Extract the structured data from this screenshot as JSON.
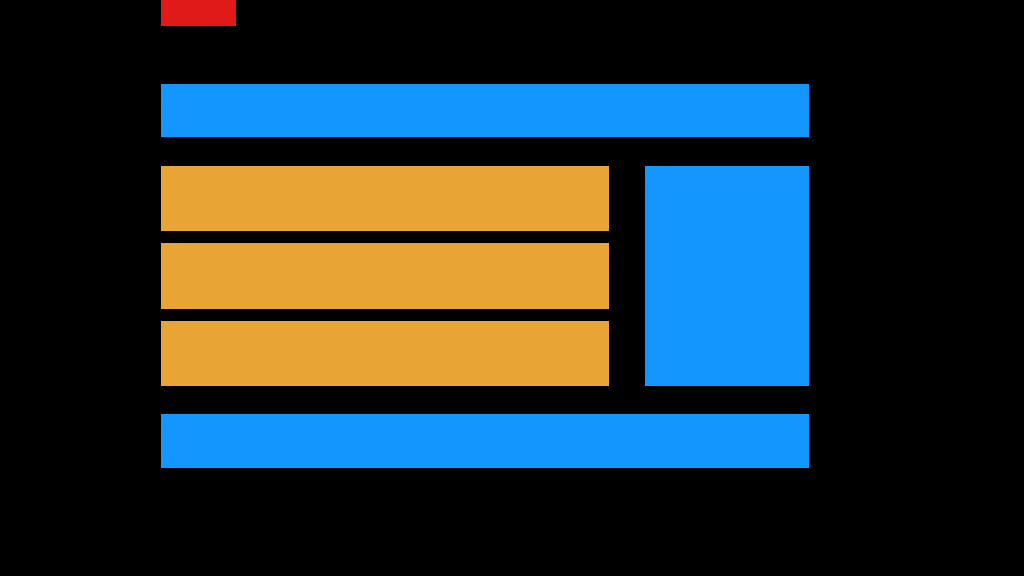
{
  "colors": {
    "background": "#000000",
    "marker": "#e01a19",
    "bar": "#1496ff",
    "row": "#e8a536"
  },
  "blocks": [
    {
      "name": "red-marker",
      "color_key": "marker"
    },
    {
      "name": "header-bar",
      "color_key": "bar"
    },
    {
      "name": "content-row-1",
      "color_key": "row"
    },
    {
      "name": "content-row-2",
      "color_key": "row"
    },
    {
      "name": "content-row-3",
      "color_key": "row"
    },
    {
      "name": "side-panel",
      "color_key": "bar"
    },
    {
      "name": "footer-bar",
      "color_key": "bar"
    }
  ]
}
